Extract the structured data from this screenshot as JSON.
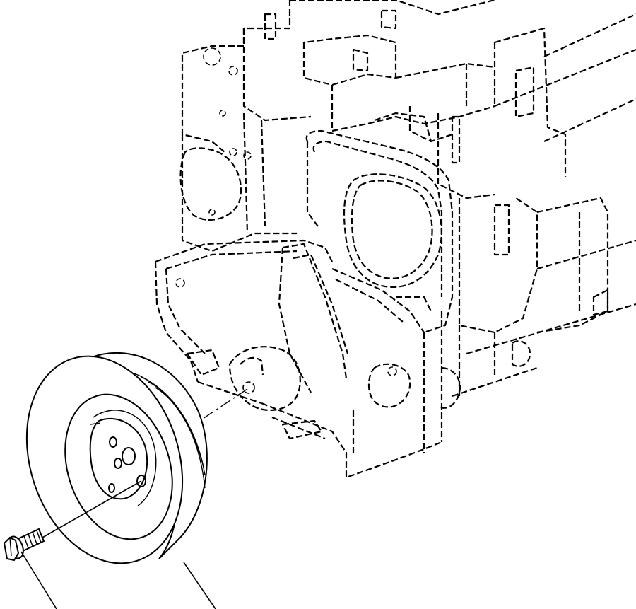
{
  "figure": {
    "description_free": true,
    "parts": [
      "crankshaft-pulley",
      "pulley-bolt",
      "engine-block-phantom"
    ],
    "callouts": []
  }
}
